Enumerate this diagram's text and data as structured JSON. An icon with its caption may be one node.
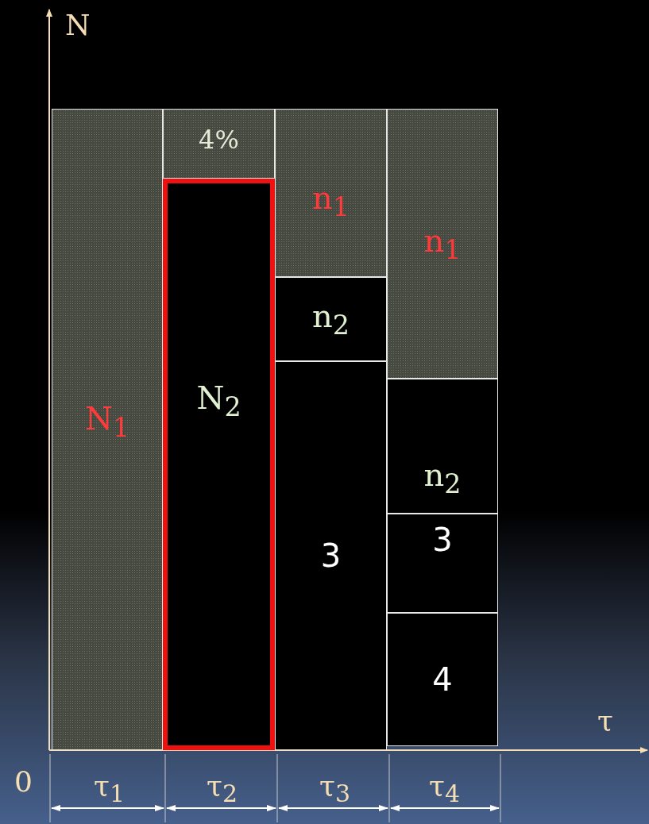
{
  "diagram": {
    "nodes": [
      {
        "text": [
          "N$_{1}$"
        ]
      },
      {
        "text": [
          "4%"
        ]
      },
      {
        "text": [
          "N$_{2}$"
        ]
      },
      {
        "text": [
          "n$_{1}$"
        ]
      },
      {
        "text": [
          "n$_{2}$"
        ]
      },
      {
        "text": [
          "3"
        ]
      },
      {
        "text": [
          "n$_{1}$"
        ]
      },
      {
        "text": [
          "n$_{2}$"
        ]
      },
      {
        "text": [
          "3"
        ]
      },
      {
        "text": [
          "4"
        ]
      }
    ],
    "labels": [
      "N",
      "τ",
      "0",
      "τ$_{1}$",
      "τ$_{2}$",
      "τ$_{3}$",
      "τ$_{4}$"
    ]
  }
}
